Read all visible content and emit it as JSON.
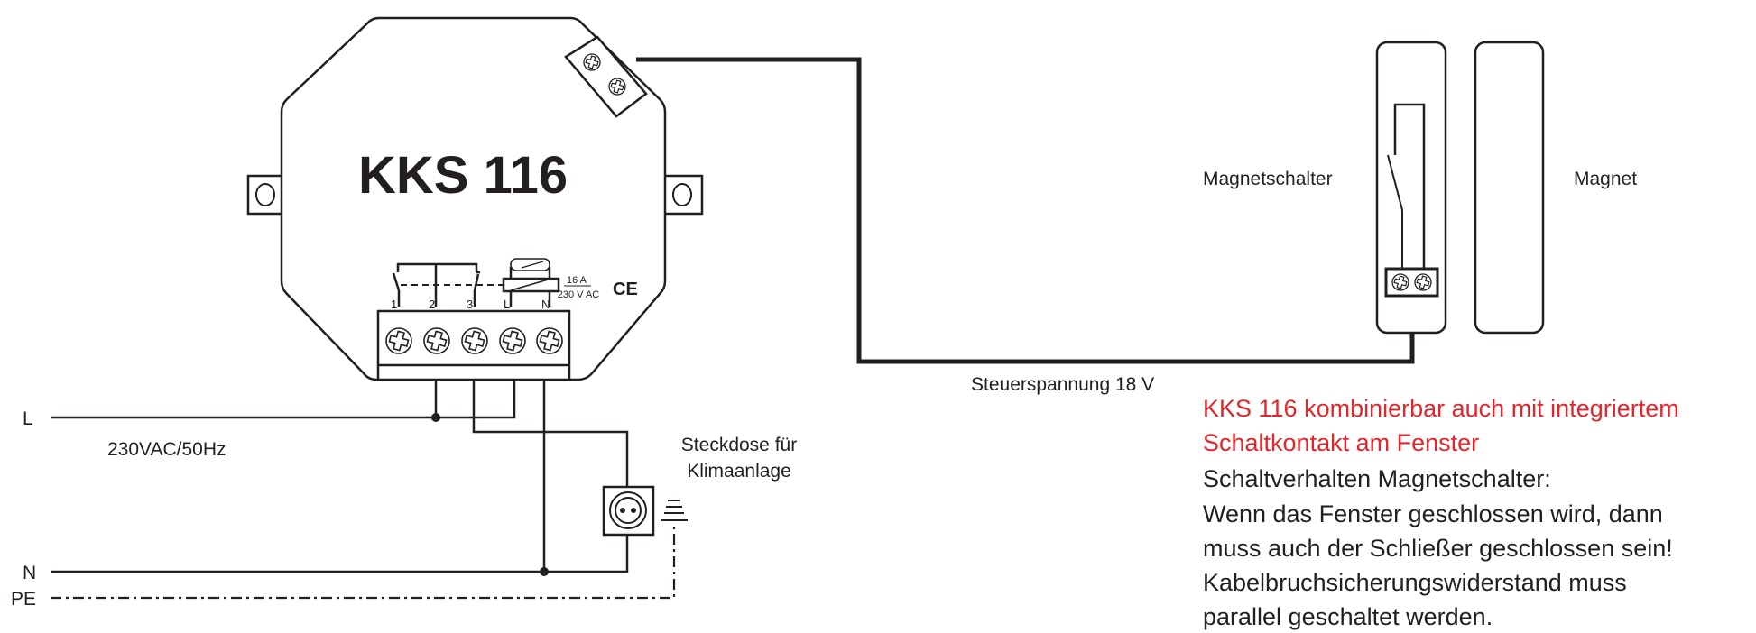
{
  "device": {
    "title": "KKS 116",
    "terminal_labels": [
      "1",
      "2",
      "3",
      "L",
      "N"
    ],
    "rating_current": "16 A",
    "rating_voltage": "230 V AC",
    "ce_mark": "CE"
  },
  "supply": {
    "line_label": "L",
    "neutral_label": "N",
    "earth_label": "PE",
    "voltage_label": "230VAC/50Hz"
  },
  "socket": {
    "label_line1": "Steckdose für",
    "label_line2": "Klimaanlage"
  },
  "control": {
    "voltage_label": "Steuerspannung 18 V",
    "switch_label": "Magnetschalter",
    "magnet_label": "Magnet"
  },
  "notes": {
    "highlight": [
      "KKS 116 kombinierbar auch mit integriertem",
      "Schaltkontakt am Fenster"
    ],
    "body": [
      "Schaltverhalten Magnetschalter:",
      "Wenn das Fenster geschlossen wird, dann",
      "muss auch der Schließer geschlossen sein!",
      "Kabelbruchsicherungswiderstand muss",
      "parallel geschaltet werden."
    ],
    "highlight_color": "#e3262b"
  }
}
